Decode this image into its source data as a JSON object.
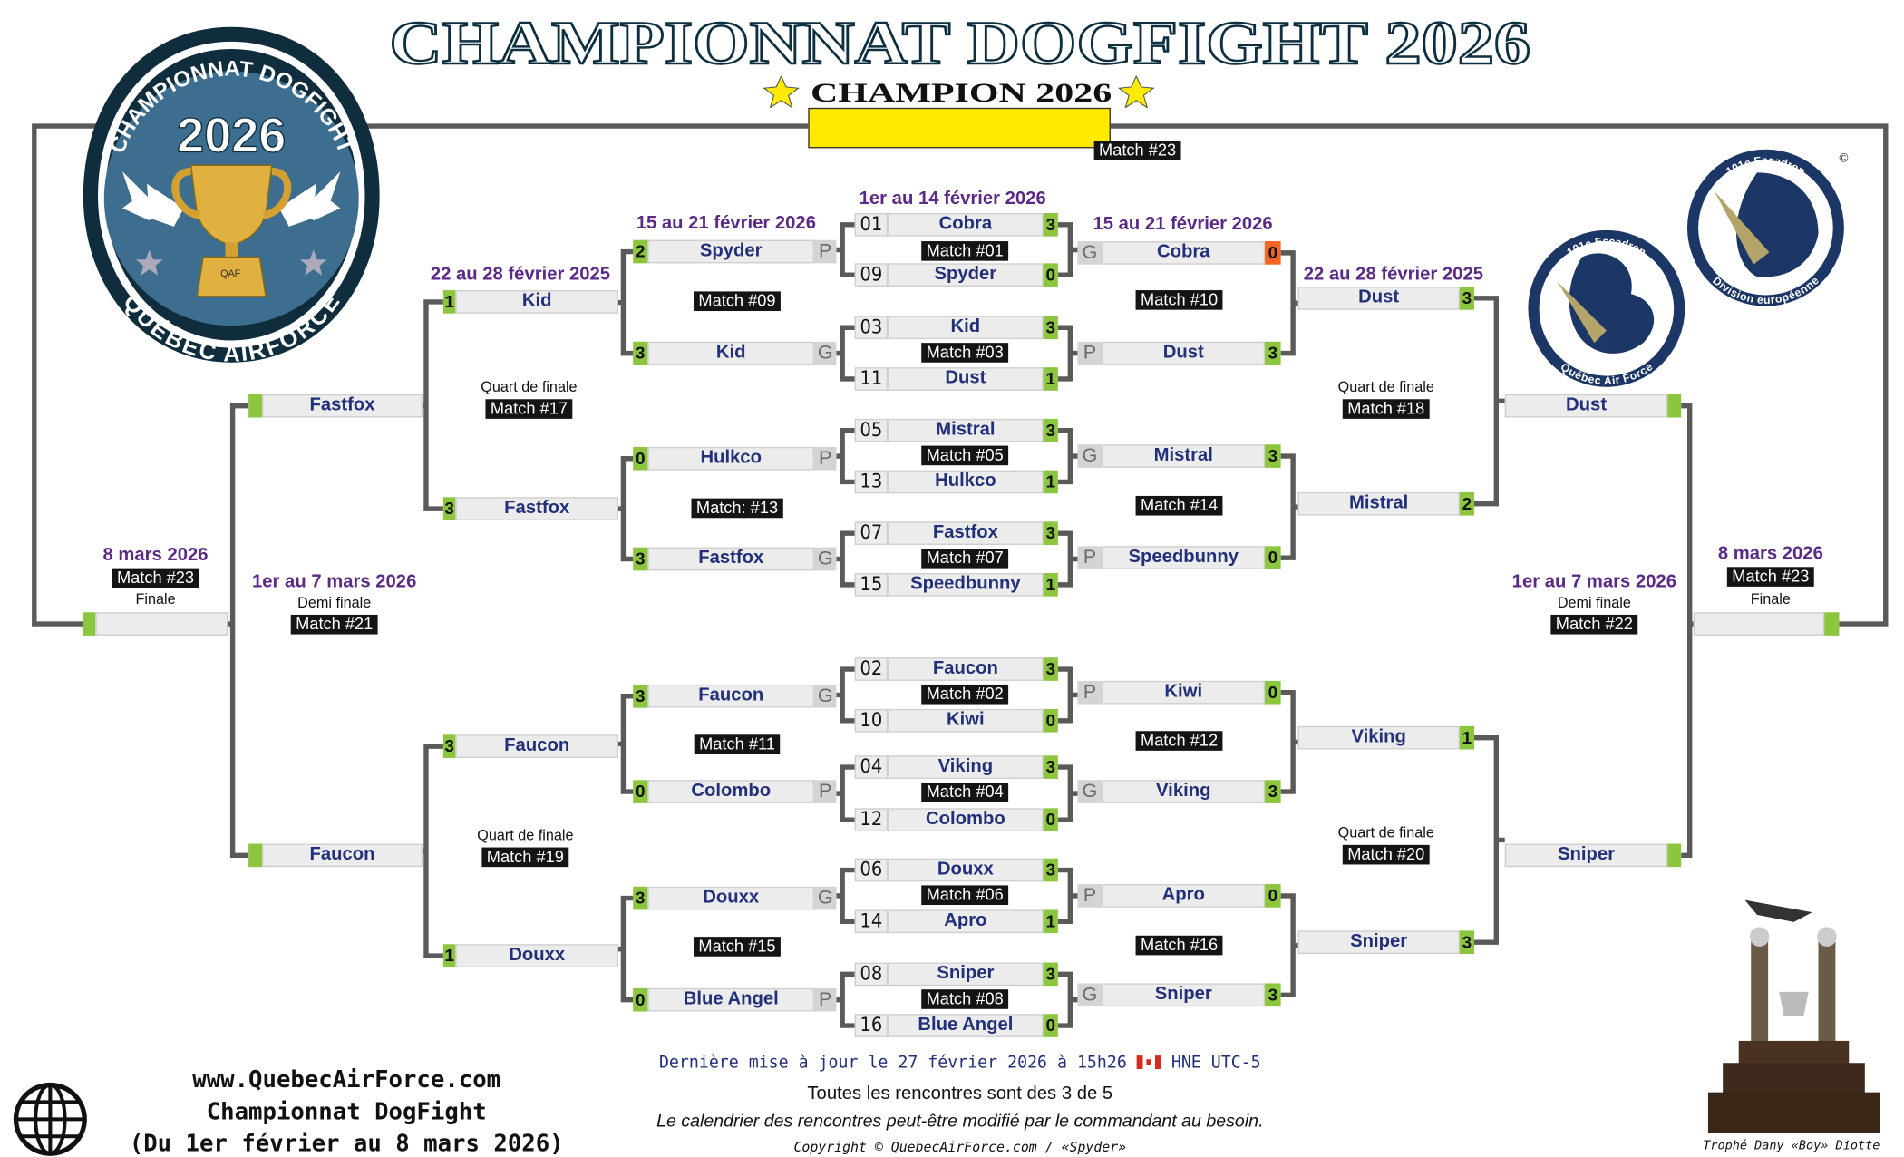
{
  "title": "CHAMPIONNAT DOGFIGHT 2026",
  "champion": {
    "label": "CHAMPION 2026",
    "name": "",
    "match": "Match #23"
  },
  "colors": {
    "win": "#8cc63f",
    "alert": "#f26522",
    "team": "#22307a",
    "date": "#5b2a86",
    "champion_box": "#ffea00"
  },
  "logos": {
    "main_top": "CHAMPIONNAT DOGFIGHT",
    "main_year": "2026",
    "main_bottom": "QUÉBEC AIRFORCE",
    "main_cup": "QAF",
    "squad1_top": "101e Escadron",
    "squad1_bottom": "Québec Air Force",
    "squad2_top": "101e Escadron",
    "squad2_bottom": "Division européenne",
    "copyright": "©"
  },
  "round1": {
    "dates": "1er au 14 février 2026",
    "slots": [
      {
        "num": "01",
        "name": "Cobra",
        "score": "3"
      },
      {
        "num": "09",
        "name": "Spyder",
        "score": "0"
      },
      {
        "num": "03",
        "name": "Kid",
        "score": "3"
      },
      {
        "num": "11",
        "name": "Dust",
        "score": "1"
      },
      {
        "num": "05",
        "name": "Mistral",
        "score": "3"
      },
      {
        "num": "13",
        "name": "Hulkco",
        "score": "1"
      },
      {
        "num": "07",
        "name": "Fastfox",
        "score": "3"
      },
      {
        "num": "15",
        "name": "Speedbunny",
        "score": "1"
      },
      {
        "num": "02",
        "name": "Faucon",
        "score": "3"
      },
      {
        "num": "10",
        "name": "Kiwi",
        "score": "0"
      },
      {
        "num": "04",
        "name": "Viking",
        "score": "3"
      },
      {
        "num": "12",
        "name": "Colombo",
        "score": "0"
      },
      {
        "num": "06",
        "name": "Douxx",
        "score": "3"
      },
      {
        "num": "14",
        "name": "Apro",
        "score": "1"
      },
      {
        "num": "08",
        "name": "Sniper",
        "score": "3"
      },
      {
        "num": "16",
        "name": "Blue Angel",
        "score": "0"
      }
    ],
    "matches": [
      "Match #01",
      "Match #03",
      "Match #05",
      "Match #07",
      "Match #02",
      "Match #04",
      "Match #06",
      "Match #08"
    ]
  },
  "round2_left": {
    "dates": "15 au 21 février 2026",
    "slots": [
      {
        "name": "Spyder",
        "score": "2",
        "result": "P"
      },
      {
        "name": "Kid",
        "score": "3",
        "result": "G"
      },
      {
        "name": "Hulkco",
        "score": "0",
        "result": "P"
      },
      {
        "name": "Fastfox",
        "score": "3",
        "result": "G"
      },
      {
        "name": "Faucon",
        "score": "3",
        "result": "G"
      },
      {
        "name": "Colombo",
        "score": "0",
        "result": "P"
      },
      {
        "name": "Douxx",
        "score": "3",
        "result": "G"
      },
      {
        "name": "Blue Angel",
        "score": "0",
        "result": "P"
      }
    ],
    "matches": [
      "Match #09",
      "Match: #13",
      "Match #11",
      "Match #15"
    ]
  },
  "round2_right": {
    "dates": "15 au 21 février 2026",
    "slots": [
      {
        "name": "Cobra",
        "score": "0",
        "result": "G",
        "status": "alert"
      },
      {
        "name": "Dust",
        "score": "3",
        "result": "P"
      },
      {
        "name": "Mistral",
        "score": "3",
        "result": "G"
      },
      {
        "name": "Speedbunny",
        "score": "0",
        "result": "P"
      },
      {
        "name": "Kiwi",
        "score": "0",
        "result": "P"
      },
      {
        "name": "Viking",
        "score": "3",
        "result": "G"
      },
      {
        "name": "Apro",
        "score": "0",
        "result": "P"
      },
      {
        "name": "Sniper",
        "score": "3",
        "result": "G"
      }
    ],
    "matches": [
      "Match #10",
      "Match #14",
      "Match #12",
      "Match #16"
    ]
  },
  "quarter_left": {
    "dates": "22 au 28 février 2025",
    "stage": "Quart de finale",
    "slots": [
      {
        "name": "Kid",
        "score": "1"
      },
      {
        "name": "Fastfox",
        "score": "3"
      },
      {
        "name": "Faucon",
        "score": "3"
      },
      {
        "name": "Douxx",
        "score": "1"
      }
    ],
    "matches": [
      "Match #17",
      "Match #19"
    ]
  },
  "quarter_right": {
    "dates": "22 au 28 février 2025",
    "stage": "Quart de finale",
    "slots": [
      {
        "name": "Dust",
        "score": "3"
      },
      {
        "name": "Mistral",
        "score": "2"
      },
      {
        "name": "Viking",
        "score": "1"
      },
      {
        "name": "Sniper",
        "score": "3"
      }
    ],
    "matches": [
      "Match #18",
      "Match #20"
    ]
  },
  "semi_left": {
    "dates": "1er au 7 mars 2026",
    "stage": "Demi finale",
    "match": "Match #21",
    "slots": [
      {
        "name": "Fastfox",
        "score": ""
      },
      {
        "name": "Faucon",
        "score": ""
      }
    ]
  },
  "semi_right": {
    "dates": "1er au 7 mars 2026",
    "stage": "Demi finale",
    "match": "Match #22",
    "slots": [
      {
        "name": "Dust",
        "score": ""
      },
      {
        "name": "Sniper",
        "score": ""
      }
    ]
  },
  "final_left": {
    "dates": "8 mars 2026",
    "match": "Match #23",
    "stage": "Finale",
    "slots": [
      {
        "name": "",
        "score": ""
      }
    ]
  },
  "final_right": {
    "dates": "8 mars 2026",
    "match": "Match #23",
    "stage": "Finale",
    "slots": [
      {
        "name": "",
        "score": ""
      }
    ]
  },
  "footer": {
    "updated_prefix": "Dernière mise à jour le 27 février 2026 à 15h26",
    "updated_suffix": "HNE UTC-5",
    "rule": "Toutes les rencontres sont des 3 de 5",
    "notice": "Le calendrier des rencontres peut-être modifié par le commandant au besoin.",
    "copyright": "Copyright © QuebecAirForce.com / «Spyder»",
    "site": "www.QuebecAirForce.com",
    "event": "Championnat DogFight",
    "period": "(Du 1er février au 8 mars 2026)",
    "trophy_caption": "Trophé Dany «Boy» Diotte"
  }
}
